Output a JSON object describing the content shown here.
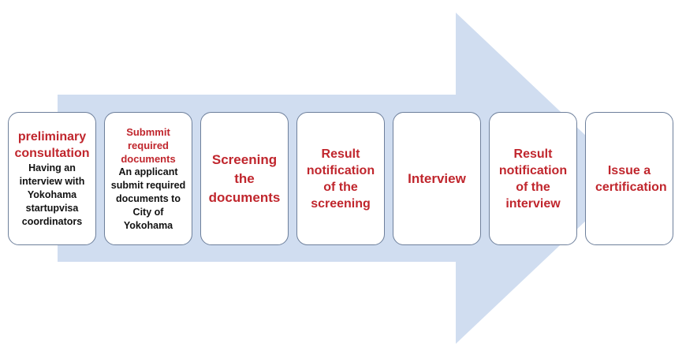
{
  "colors": {
    "arrow": "#d0ddf0",
    "title_red": "#c0262d",
    "box_border": "#6d7f9b",
    "desc_text": "#111111"
  },
  "steps": [
    {
      "title": "preliminary consultation",
      "description": "Having an interview with Yokohama startupvisa coordinators"
    },
    {
      "title": "Submmit required documents",
      "description": "An applicant submit required documents to City of Yokohama"
    },
    {
      "title": "Screening the documents",
      "description": ""
    },
    {
      "title": "Result notification of the screening",
      "description": ""
    },
    {
      "title": "Interview",
      "description": ""
    },
    {
      "title": "Result notification of the interview",
      "description": ""
    },
    {
      "title": "Issue a certification",
      "description": ""
    }
  ]
}
